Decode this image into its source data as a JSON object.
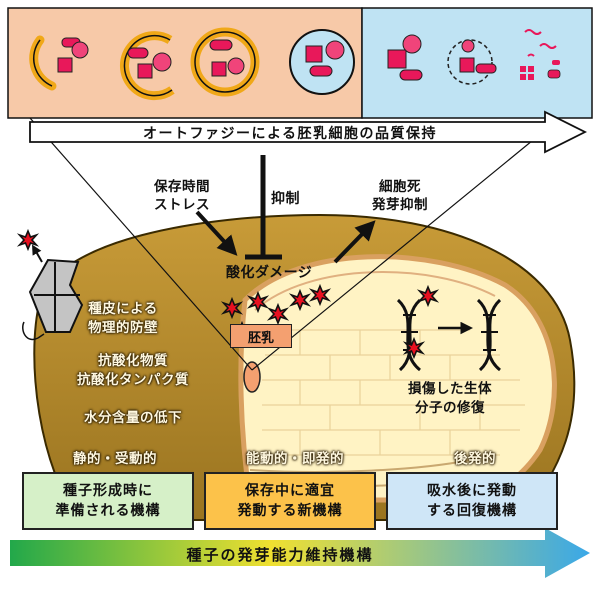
{
  "banner": {
    "autophagy_label": "オートファジーによる胚乳細胞の品質保持"
  },
  "stress": {
    "line1": "保存時間",
    "line2": "ストレス"
  },
  "inhibit_label": "抑制",
  "cell_death": {
    "line1": "細胞死",
    "line2": "発芽抑制"
  },
  "oxidative_damage_label": "酸化ダメージ",
  "embryo_label": "胚乳",
  "static_mechanisms": {
    "line1": "種皮による",
    "line2": "物理的防壁",
    "line3": "抗酸化物質",
    "line4": "抗酸化タンパク質",
    "line5": "水分含量の低下"
  },
  "repair": {
    "line1": "損傷した生体",
    "line2": "分子の修復"
  },
  "categories": {
    "static": "静的・受動的",
    "active": "能動的・即発的",
    "late": "後発的"
  },
  "mechanism_boxes": {
    "box1_line1": "種子形成時に",
    "box1_line2": "準備される機構",
    "box2_line1": "保存中に適宜",
    "box2_line2": "発動する新機構",
    "box3_line1": "吸水後に発動",
    "box3_line2": "する回復機構"
  },
  "bottom_banner": {
    "label": "種子の発芽能力維持機構"
  },
  "colors": {
    "top_left_panel": "#f7c9a8",
    "top_right_panel": "#bfe3f3",
    "seed_coat": "#b08a2a",
    "endosperm": "#fff3c4",
    "membrane_ring": "#e8a838",
    "vesicle_pink": "#e8185a",
    "box_green": "#d6f0c8",
    "box_orange": "#fcc24a",
    "box_blue": "#cfe6f7",
    "arrow_start": "#22a84a",
    "arrow_mid": "#f0e030",
    "arrow_end": "#3aa8e8"
  }
}
